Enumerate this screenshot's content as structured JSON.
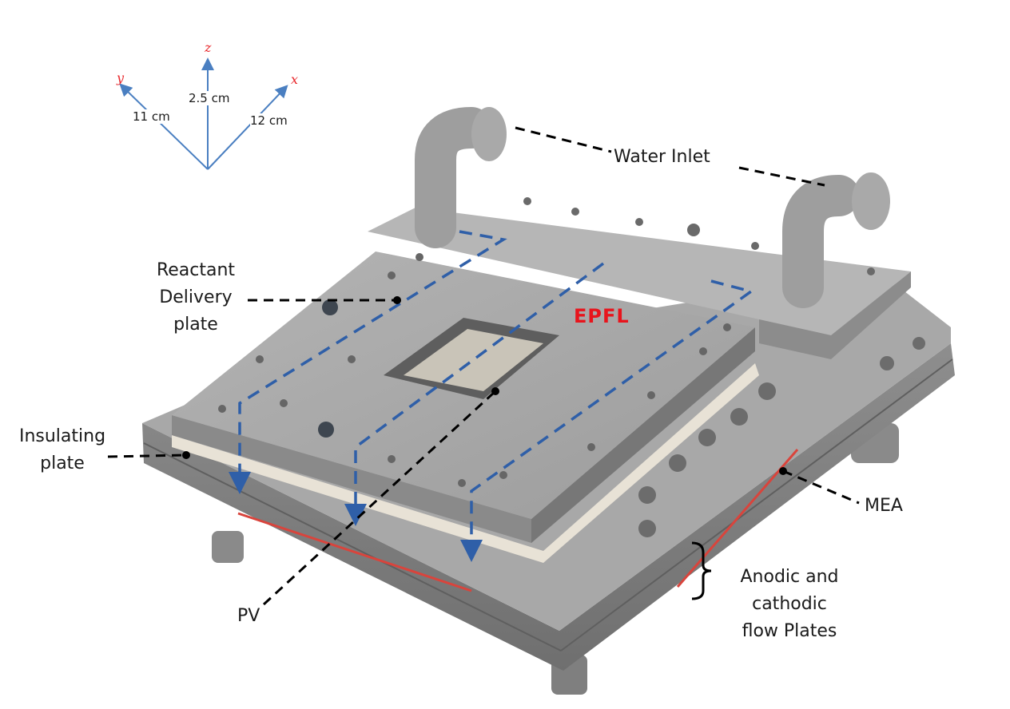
{
  "axes": {
    "x": {
      "name": "x",
      "length": "12 cm"
    },
    "y": {
      "name": "y",
      "length": "11 cm"
    },
    "z": {
      "name": "z",
      "length": "2.5 cm"
    }
  },
  "logo_text": "EPFL",
  "labels": {
    "water_inlet": "Water Inlet",
    "reactant": [
      "Reactant",
      "Delivery",
      "plate"
    ],
    "insulating": [
      "Insulating",
      "plate"
    ],
    "pv": "PV",
    "mea": "MEA",
    "flow_plates": [
      "Anodic and",
      "cathodic",
      "flow Plates"
    ]
  },
  "colors": {
    "axis_arrow": "#4a7fc1",
    "axis_name": "#e8262a",
    "flow_dash": "#2f5fa8",
    "pv_mea_line": "#d9443c",
    "leader": "#000000",
    "metal": "#9a9a9a"
  }
}
